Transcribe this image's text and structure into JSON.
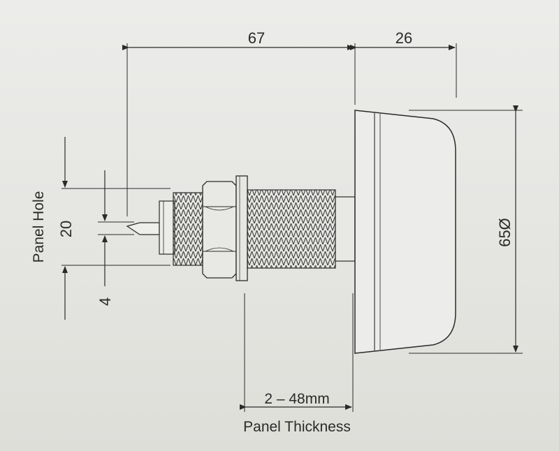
{
  "diagram": {
    "dimensions": {
      "overall_length": "67",
      "head_depth": "26",
      "head_diameter": "65Ø",
      "panel_hole": "20",
      "pin_offset": "4",
      "panel_thickness": "2 – 48mm"
    },
    "labels": {
      "panel_hole": "Panel Hole",
      "panel_thickness": "Panel Thickness"
    },
    "colors": {
      "line": "#2a2a2a",
      "background": "#e8e8e5"
    }
  }
}
